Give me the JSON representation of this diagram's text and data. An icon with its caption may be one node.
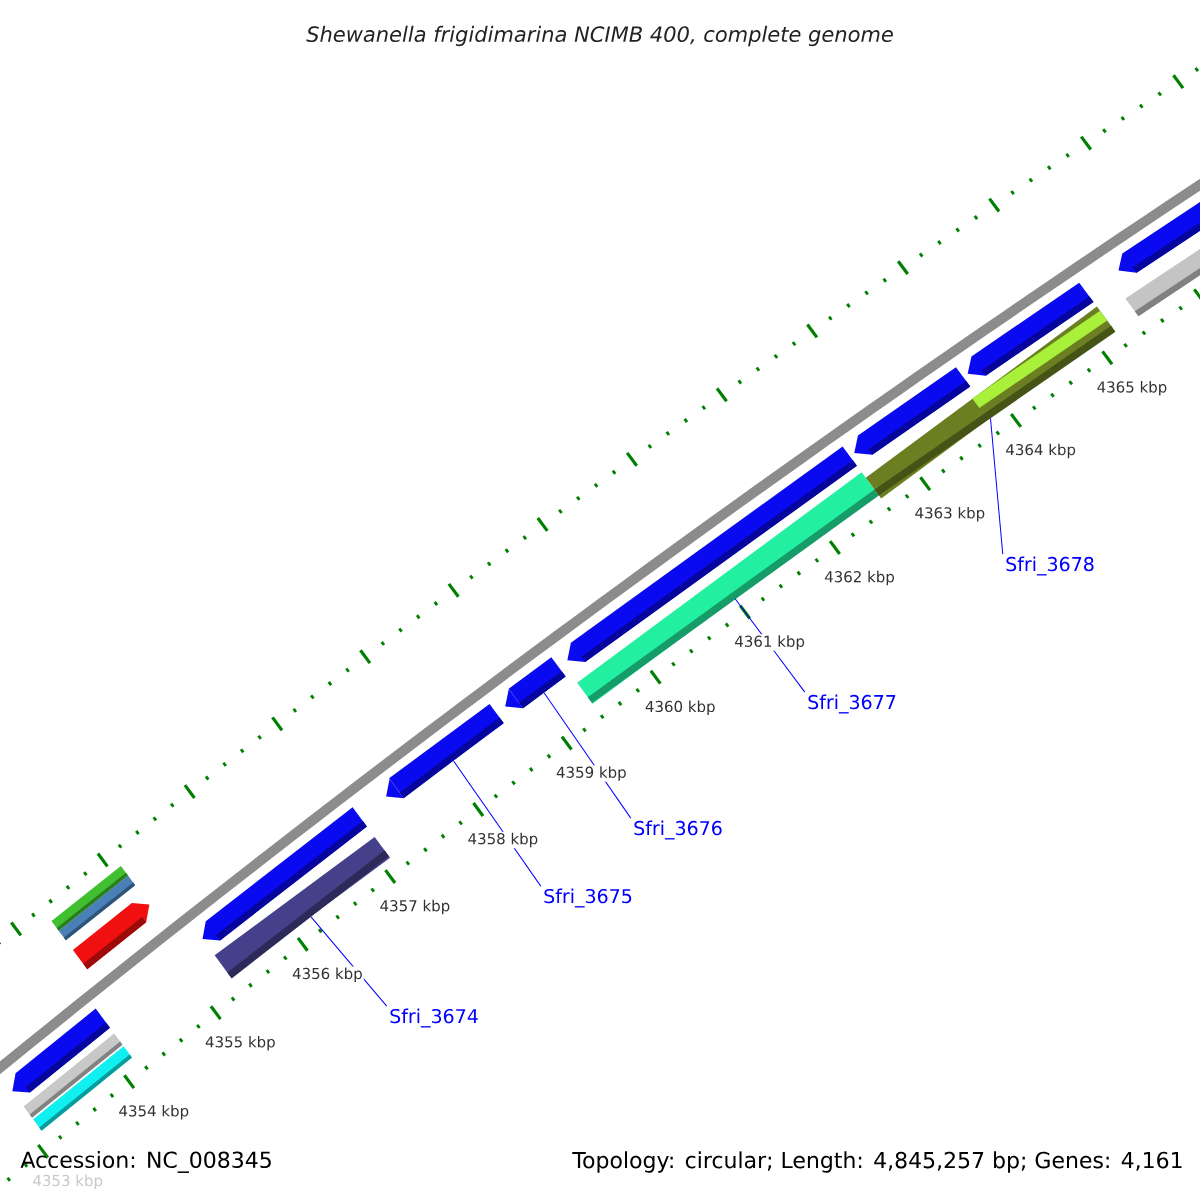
{
  "diagram": {
    "title": "Shewanella frigidimarina NCIMB 400, complete genome",
    "nodes": [
      {
        "text": [],
        "shape": "bar"
      },
      {
        "text": [],
        "shape": "bar"
      },
      {
        "text": [],
        "shape": "bar"
      },
      {
        "text": [],
        "shape": "bar"
      },
      {
        "text": [],
        "shape": "bar"
      },
      {
        "text": [
          "Sfri_3674"
        ]
      },
      {
        "text": [
          "Sfri_3675"
        ]
      },
      {
        "text": [
          "Sfri_3676"
        ]
      },
      {
        "text": [
          "Sfri_3677"
        ]
      },
      {
        "text": [
          "Sfri_3678"
        ]
      }
    ],
    "edges": [
      {
        "from": 5,
        "to": 0,
        "arrow": "none"
      },
      {
        "from": 6,
        "to": 1,
        "arrow": "none"
      },
      {
        "from": 7,
        "to": 2,
        "arrow": "none"
      },
      {
        "from": 8,
        "to": 3,
        "arrow": "none"
      },
      {
        "from": 9,
        "to": 4,
        "arrow": "none"
      }
    ],
    "labels": [
      "4353 kbp",
      "4354 kbp",
      "4355 kbp",
      "4356 kbp",
      "4357 kbp",
      "4358 kbp",
      "4359 kbp",
      "4360 kbp",
      "4361 kbp",
      "4362 kbp",
      "4363 kbp",
      "4364 kbp",
      "4365 kbp",
      "Accession: NC_008345",
      "Topology: circular; Length: 4,845,257 bp; Genes: 4,161"
    ]
  }
}
